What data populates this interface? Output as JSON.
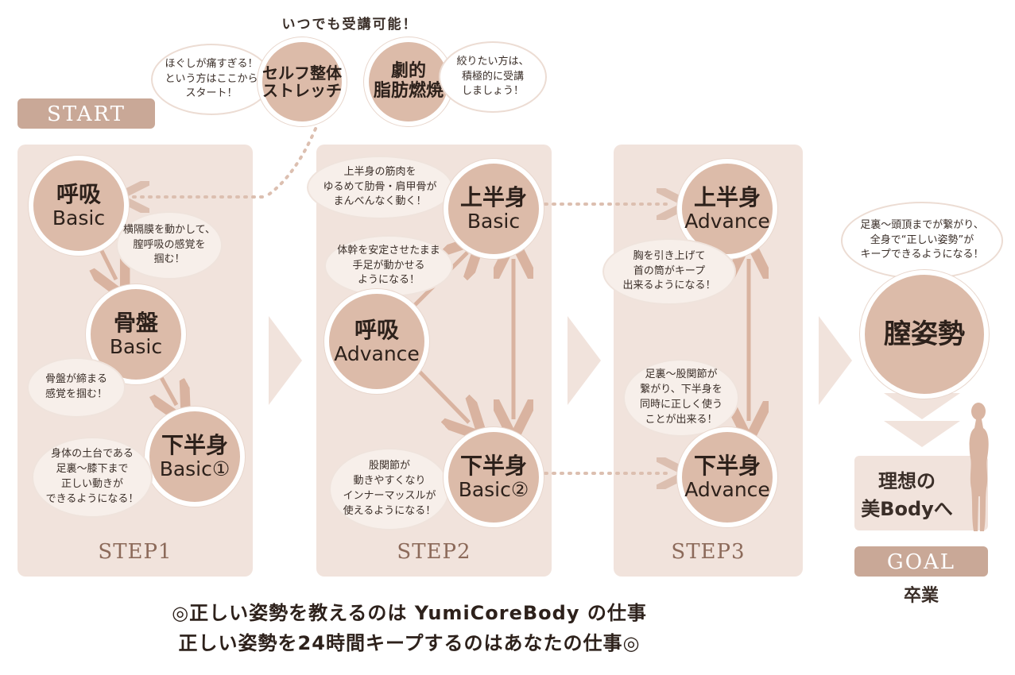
{
  "top_note": "いつでも受講可能！",
  "start_label": "START",
  "goal_label": "GOAL",
  "graduate_label": "卒業",
  "self_seitai": {
    "line1": "セルフ整体",
    "line2": "ストレッチ"
  },
  "self_seitai_note": "ほぐしが痛すぎる！\nという方はここから\nスタート！",
  "fat_burn": {
    "line1": "劇的",
    "line2": "脂肪燃焼"
  },
  "fat_burn_note": "絞りたい方は、\n積極的に受講\nしましょう！",
  "steps": [
    "STEP1",
    "STEP2",
    "STEP3"
  ],
  "step1": {
    "breath": {
      "jp": "呼吸",
      "en": "Basic"
    },
    "breath_note": "横隔膜を動かして、\n膣呼吸の感覚を\n掴む！",
    "pelvis": {
      "jp": "骨盤",
      "en": "Basic"
    },
    "pelvis_note": "骨盤が締まる\n感覚を掴む！",
    "lower": {
      "jp": "下半身",
      "en": "Basic①"
    },
    "lower_note": "身体の土台である\n足裏〜膝下まで\n正しい動きが\nできるようになる！"
  },
  "step2": {
    "upper_note": "上半身の筋肉を\nゆるめて肋骨・肩甲骨が\nまんべんなく動く！",
    "upper": {
      "jp": "上半身",
      "en": "Basic"
    },
    "breath_note": "体幹を安定させたまま\n手足が動かせる\nようになる！",
    "breath": {
      "jp": "呼吸",
      "en": "Advance"
    },
    "lower_note": "股関節が\n動きやすくなり\nインナーマッスルが\n使えるようになる！",
    "lower": {
      "jp": "下半身",
      "en": "Basic②"
    }
  },
  "step3": {
    "upper": {
      "jp": "上半身",
      "en": "Advance"
    },
    "upper_note": "胸を引き上げて\n首の筒がキープ\n出来るようになる！",
    "lower_note": "足裏〜股関節が\n繋がり、下半身を\n同時に正しく使う\nことが出来る！",
    "lower": {
      "jp": "下半身",
      "en": "Advance"
    }
  },
  "goal_note": "足裏〜頭頂までが繋がり、\n全身で“正しい姿勢”が\nキープできるようになる！",
  "goal_circle": "膣姿勢",
  "ideal": {
    "line1": "理想の",
    "line2": "美Bodyへ"
  },
  "bottom_line1": "◎正しい姿勢を教えるのは YumiCoreBody の仕事",
  "bottom_line2": "正しい姿勢を24時間キープするのはあなたの仕事◎",
  "colors": {
    "panel": "#f1e3dc",
    "circle": "#dcbba9",
    "tag": "#c9a897",
    "arrow": "#d9b3a0",
    "dotted": "#dcbfb0"
  }
}
